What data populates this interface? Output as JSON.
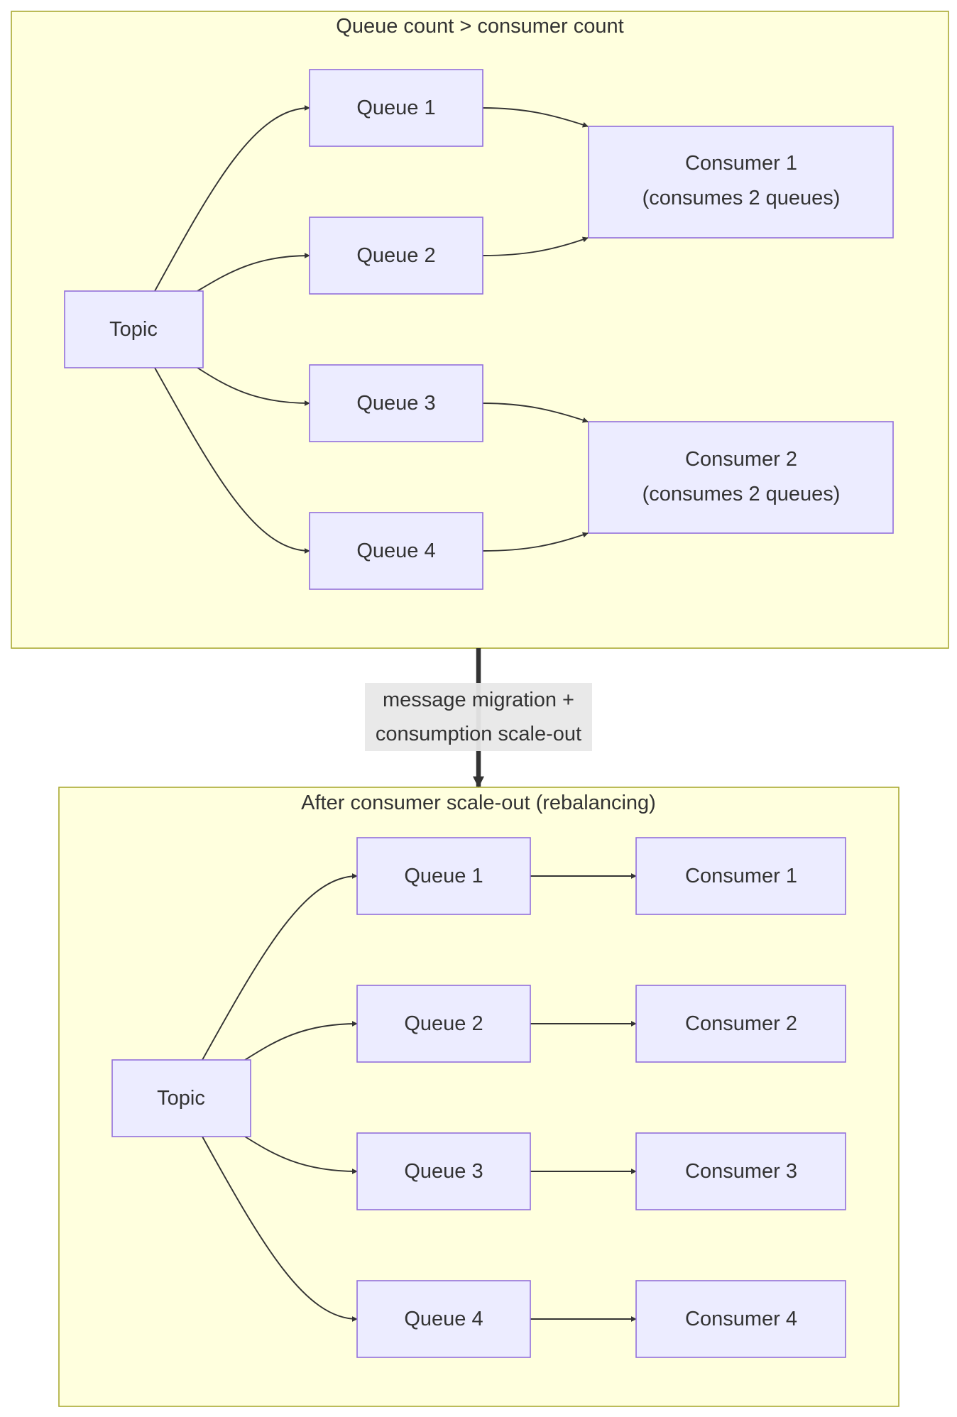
{
  "clusters": {
    "top": {
      "title": "Queue count > consumer count"
    },
    "bottom": {
      "title": "After consumer scale-out (rebalancing)"
    }
  },
  "top": {
    "topic": "Topic",
    "queues": [
      "Queue 1",
      "Queue 2",
      "Queue 3",
      "Queue 4"
    ],
    "consumers": [
      {
        "line1": "Consumer 1",
        "line2": "(consumes 2 queues)"
      },
      {
        "line1": "Consumer 2",
        "line2": "(consumes 2 queues)"
      }
    ]
  },
  "transition": {
    "line1": "message migration +",
    "line2": "consumption scale-out"
  },
  "bottom": {
    "topic": "Topic",
    "queues": [
      "Queue 1",
      "Queue 2",
      "Queue 3",
      "Queue 4"
    ],
    "consumers": [
      "Consumer 1",
      "Consumer 2",
      "Consumer 3",
      "Consumer 4"
    ]
  },
  "colors": {
    "cluster_fill": "#ffffde",
    "cluster_stroke": "#aaaa33",
    "node_fill": "#ececff",
    "node_stroke": "#9370db",
    "edge": "#333333"
  }
}
